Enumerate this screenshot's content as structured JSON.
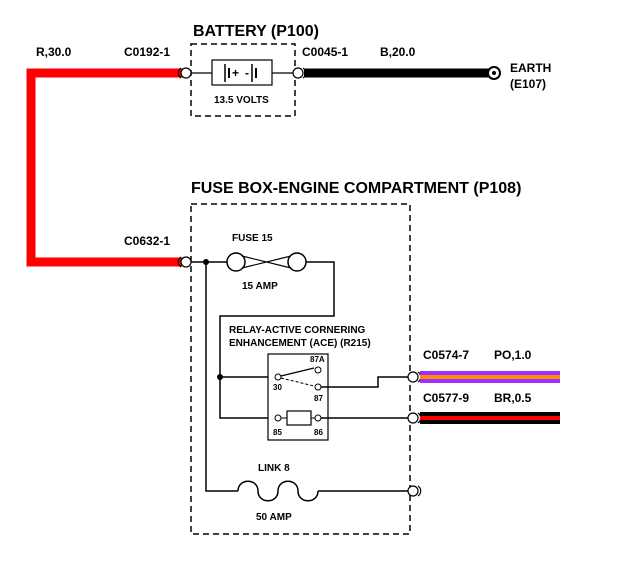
{
  "battery": {
    "title": "BATTERY (P100)",
    "voltage": "13.5 VOLTS",
    "left_connector": "C0192-1",
    "right_connector": "C0045-1",
    "plus": "+",
    "minus": "-"
  },
  "earth": {
    "label": "EARTH",
    "ref": "(E107)",
    "wire": "B,20.0",
    "wire_color": "#000000"
  },
  "feed_wire": {
    "label": "R,30.0",
    "color": "#ff0000"
  },
  "fuse_box": {
    "title": "FUSE BOX-ENGINE COMPARTMENT (P108)",
    "input_connector": "C0632-1",
    "fuse": {
      "name": "FUSE 15",
      "rating": "15 AMP"
    },
    "link": {
      "name": "LINK 8",
      "rating": "50 AMP"
    },
    "relay": {
      "title_line1": "RELAY-ACTIVE CORNERING",
      "title_line2": "ENHANCEMENT (ACE) (R215)",
      "pins": [
        "30",
        "87A",
        "87",
        "85",
        "86"
      ]
    }
  },
  "outputs": [
    {
      "connector": "C0574-7",
      "wire": "PO,1.0",
      "colors": [
        "#9b30ff",
        "#ff8c00"
      ]
    },
    {
      "connector": "C0577-9",
      "wire": "BR,0.5",
      "colors": [
        "#000000",
        "#ff0000"
      ]
    }
  ]
}
